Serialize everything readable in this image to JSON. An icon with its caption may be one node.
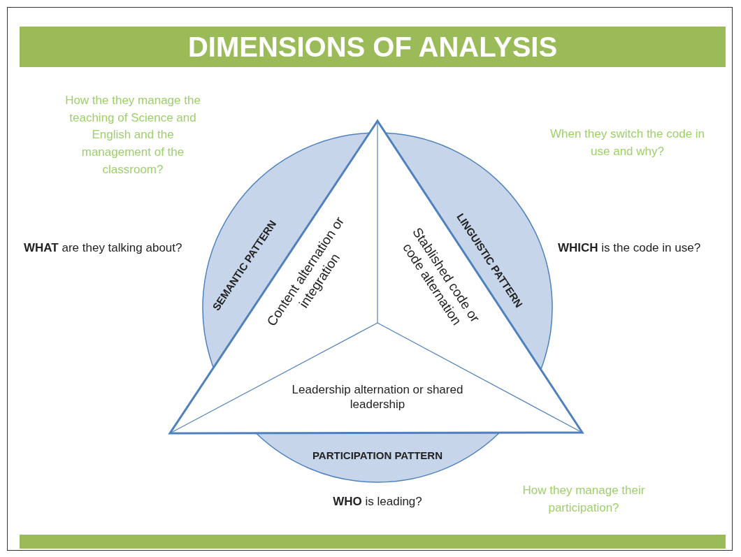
{
  "diagram": {
    "title": "DIMENSIONS OF ANALYSIS",
    "nodes": [
      {
        "text": [
          "SEMANTIC PATTERN"
        ]
      },
      {
        "text": [
          "Content alternation or integration"
        ]
      },
      {
        "text": [
          "Stablished code or code alternation"
        ]
      },
      {
        "text": [
          "LINGUISTIC PATTERN"
        ]
      },
      {
        "text": [
          "Leadership alternation or shared leadership"
        ]
      },
      {
        "text": [
          "PARTICIPATION PATTERN"
        ]
      }
    ],
    "labels": [
      "How the they manage the teaching of Science and English and the management of the classroom?",
      "When they switch the code in use and why?",
      "**WHAT** are they talking about?",
      "**WHICH** is the code in use?",
      "**WHO** is leading?",
      "How they manage their participation?"
    ]
  }
}
